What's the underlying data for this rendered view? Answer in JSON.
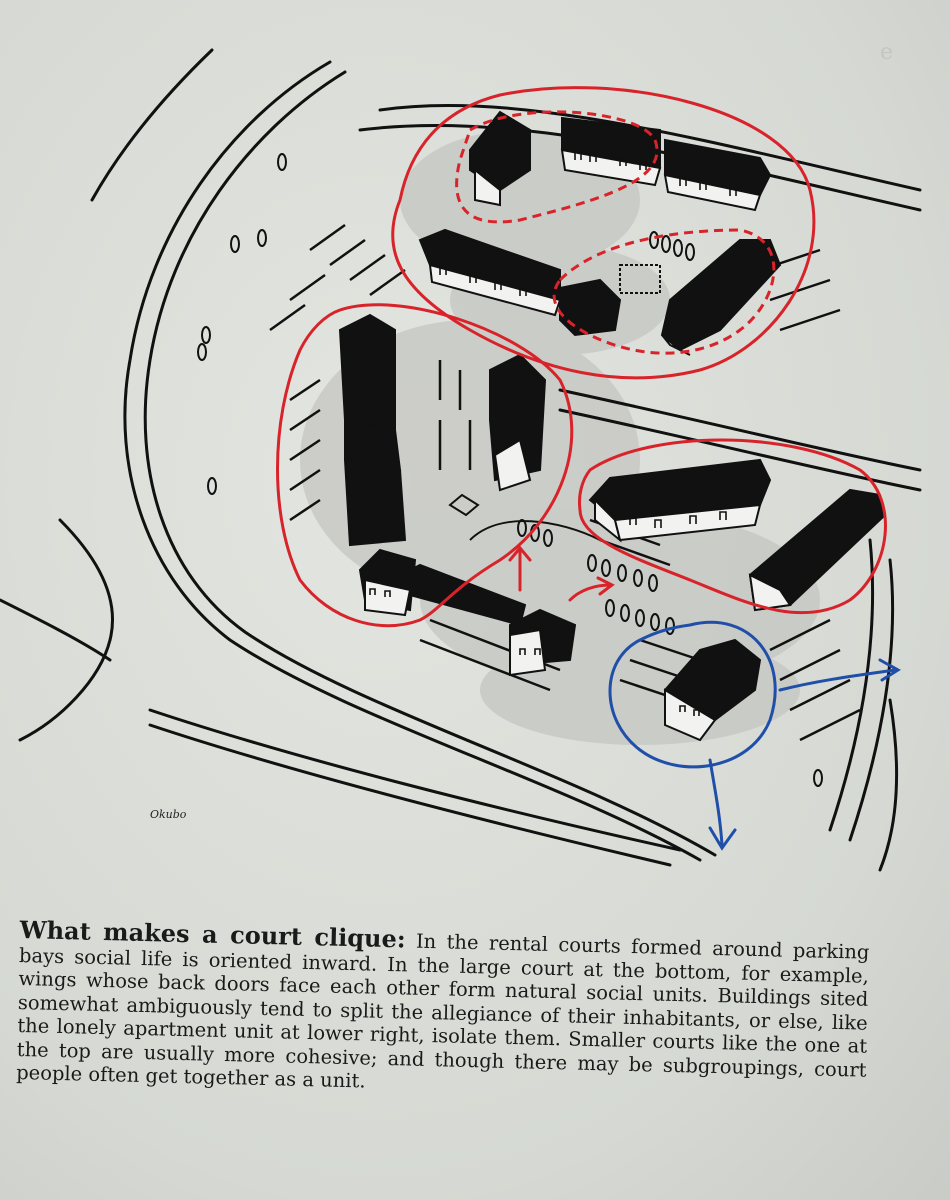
{
  "caption": {
    "lead": "What makes a court clique:",
    "body": " In the rental courts formed around parking bays social life is oriented inward. In the large court at the bottom, for example, wings whose back doors face each other form natural social units. Buildings sited somewhat ambiguously tend to split the allegiance of their inhabitants, or else, like the lonely apartment unit at lower right, isolate them. Smaller courts like the one at the top are usually more cohesive; and though there may be subgroupings, court people often get together as a unit."
  },
  "signature": "Okubo",
  "annotation_colors": {
    "clique_outline": "#d8232a",
    "isolated_unit": "#1f4fa8",
    "ink": "#111111"
  }
}
